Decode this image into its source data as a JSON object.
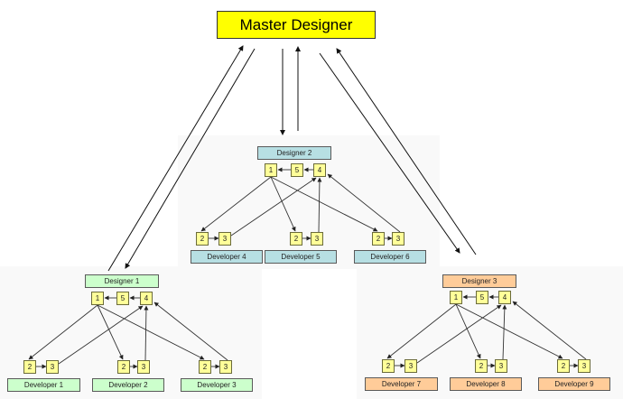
{
  "master": {
    "label": "Master Designer",
    "color": "#ffff00"
  },
  "teams": [
    {
      "designer": "Designer 1",
      "color": "#ccffcc",
      "steps": {
        "n1": "1",
        "n5": "5",
        "n4": "4"
      },
      "developers": [
        {
          "label": "Developer 1",
          "n2": "2",
          "n3": "3"
        },
        {
          "label": "Developer 2",
          "n2": "2",
          "n3": "3"
        },
        {
          "label": "Developer 3",
          "n2": "2",
          "n3": "3"
        }
      ]
    },
    {
      "designer": "Designer 2",
      "color": "#b7dfe3",
      "steps": {
        "n1": "1",
        "n5": "5",
        "n4": "4"
      },
      "developers": [
        {
          "label": "Developer 4",
          "n2": "2",
          "n3": "3"
        },
        {
          "label": "Developer 5",
          "n2": "2",
          "n3": "3"
        },
        {
          "label": "Developer 6",
          "n2": "2",
          "n3": "3"
        }
      ]
    },
    {
      "designer": "Designer 3",
      "color": "#ffcc99",
      "steps": {
        "n1": "1",
        "n5": "5",
        "n4": "4"
      },
      "developers": [
        {
          "label": "Developer 7",
          "n2": "2",
          "n3": "3"
        },
        {
          "label": "Developer 8",
          "n2": "2",
          "n3": "3"
        },
        {
          "label": "Developer 9",
          "n2": "2",
          "n3": "3"
        }
      ]
    }
  ],
  "node_color": "#ffff99",
  "edge_color": "#333333"
}
